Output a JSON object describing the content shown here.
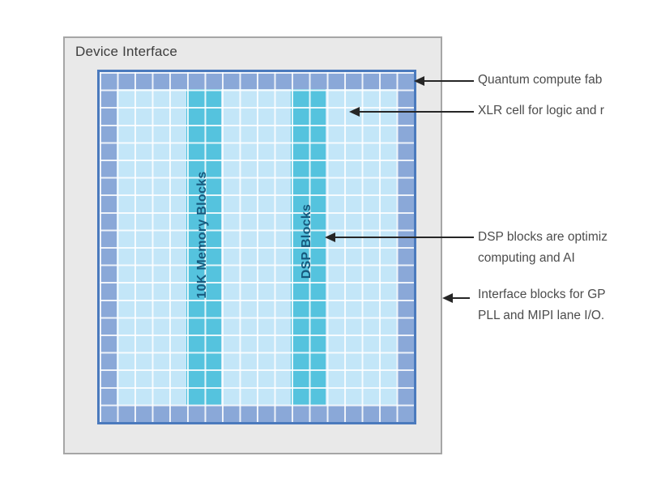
{
  "device": {
    "title": "Device Interface",
    "memory_column_label": "10K Memory Blocks",
    "dsp_column_label": "DSP Blocks"
  },
  "annotations": [
    {
      "target": "quantum-fabric-ring",
      "lines": [
        "Quantum compute fab"
      ]
    },
    {
      "target": "xlr-logic-cell",
      "lines": [
        "XLR cell for logic and r"
      ]
    },
    {
      "target": "dsp-column",
      "lines": [
        "DSP blocks are optimiz",
        "computing and AI"
      ]
    },
    {
      "target": "interface-border",
      "lines": [
        "Interface blocks for GP",
        "PLL and MIPI lane I/O."
      ]
    }
  ],
  "colors": {
    "device_box_fill": "#e9e9e9",
    "device_box_border": "#a6a6a6",
    "grid_outline": "#4b7abd",
    "io_ring_cells": "#8aa8d8",
    "logic_cells": "#c3e6f8",
    "block_column_teal": "#55c3de",
    "column_label_text": "#175a7e",
    "annotation_text": "#4c4c4c",
    "arrow": "#262626",
    "gridline": "#ffffff"
  }
}
